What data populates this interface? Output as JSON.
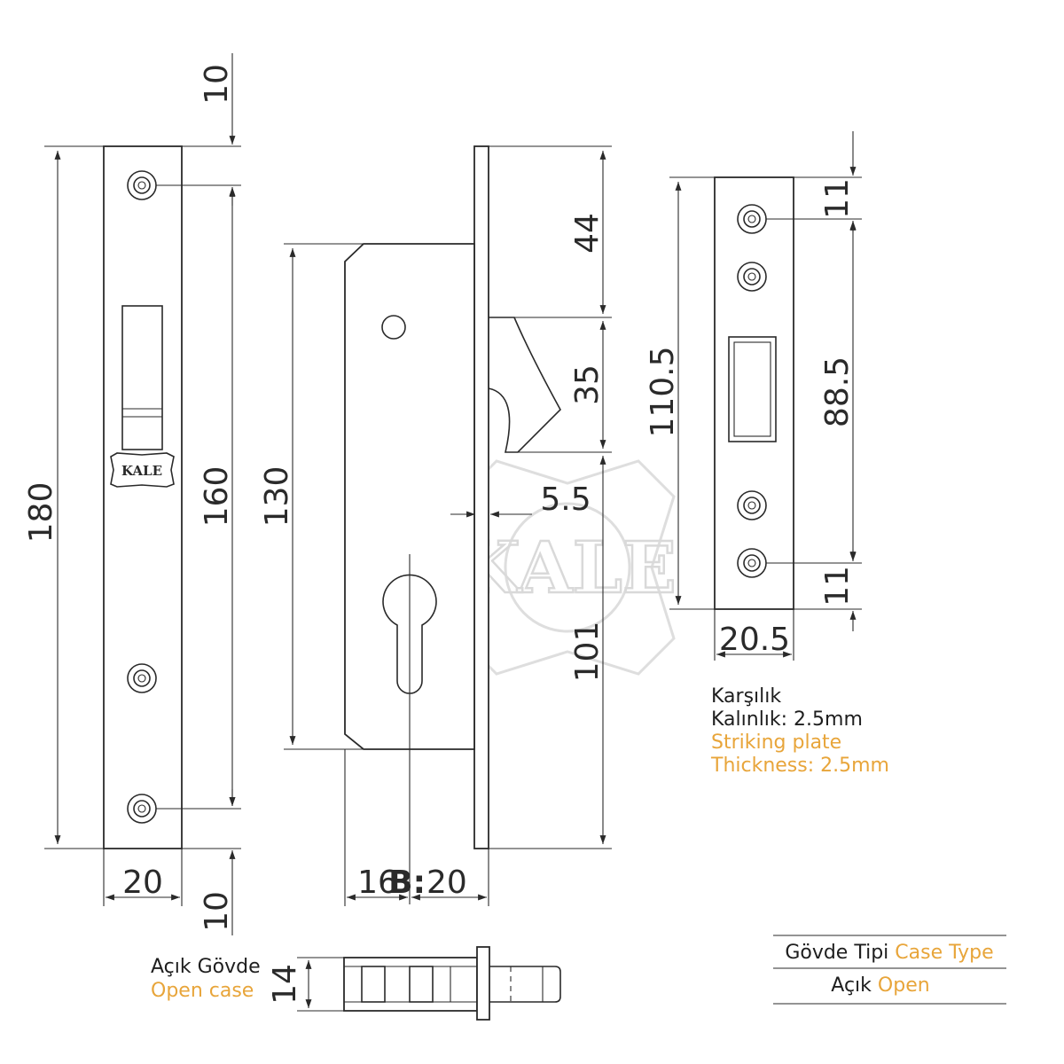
{
  "dimensions": {
    "faceplate_top_offset": "10",
    "faceplate_total_height": "180",
    "faceplate_screw_spacing": "160",
    "faceplate_bottom_offset": "10",
    "faceplate_width": "20",
    "case_height": "130",
    "top_to_latch": "44",
    "latch_height": "35",
    "latch_projection": "5.5",
    "latch_to_bottom": "101",
    "case_depth_front": "16",
    "backset_prefix": "B:",
    "backset_value": "20",
    "strike_height": "110.5",
    "strike_top_offset": "11",
    "strike_screw_spacing": "88.5",
    "strike_bottom_offset": "11",
    "strike_width": "20.5",
    "open_case_thickness": "14"
  },
  "logo": {
    "text": "KALE",
    "watermark_text": "KALE"
  },
  "strike_plate_label": {
    "line1_tr": "Karşılık",
    "line2_tr": "Kalınlık: 2.5mm",
    "line1_en": "Striking plate",
    "line2_en": "Thickness: 2.5mm"
  },
  "open_case_label": {
    "tr": "Açık Gövde",
    "en": "Open case"
  },
  "case_type_table": {
    "header_tr": "Gövde Tipi",
    "header_en": "Case Type",
    "value_tr": "Açık",
    "value_en": "Open"
  },
  "colors": {
    "line": "#2a2a2a",
    "accent_orange": "#e8a53a",
    "watermark": "#d9d9d9"
  }
}
